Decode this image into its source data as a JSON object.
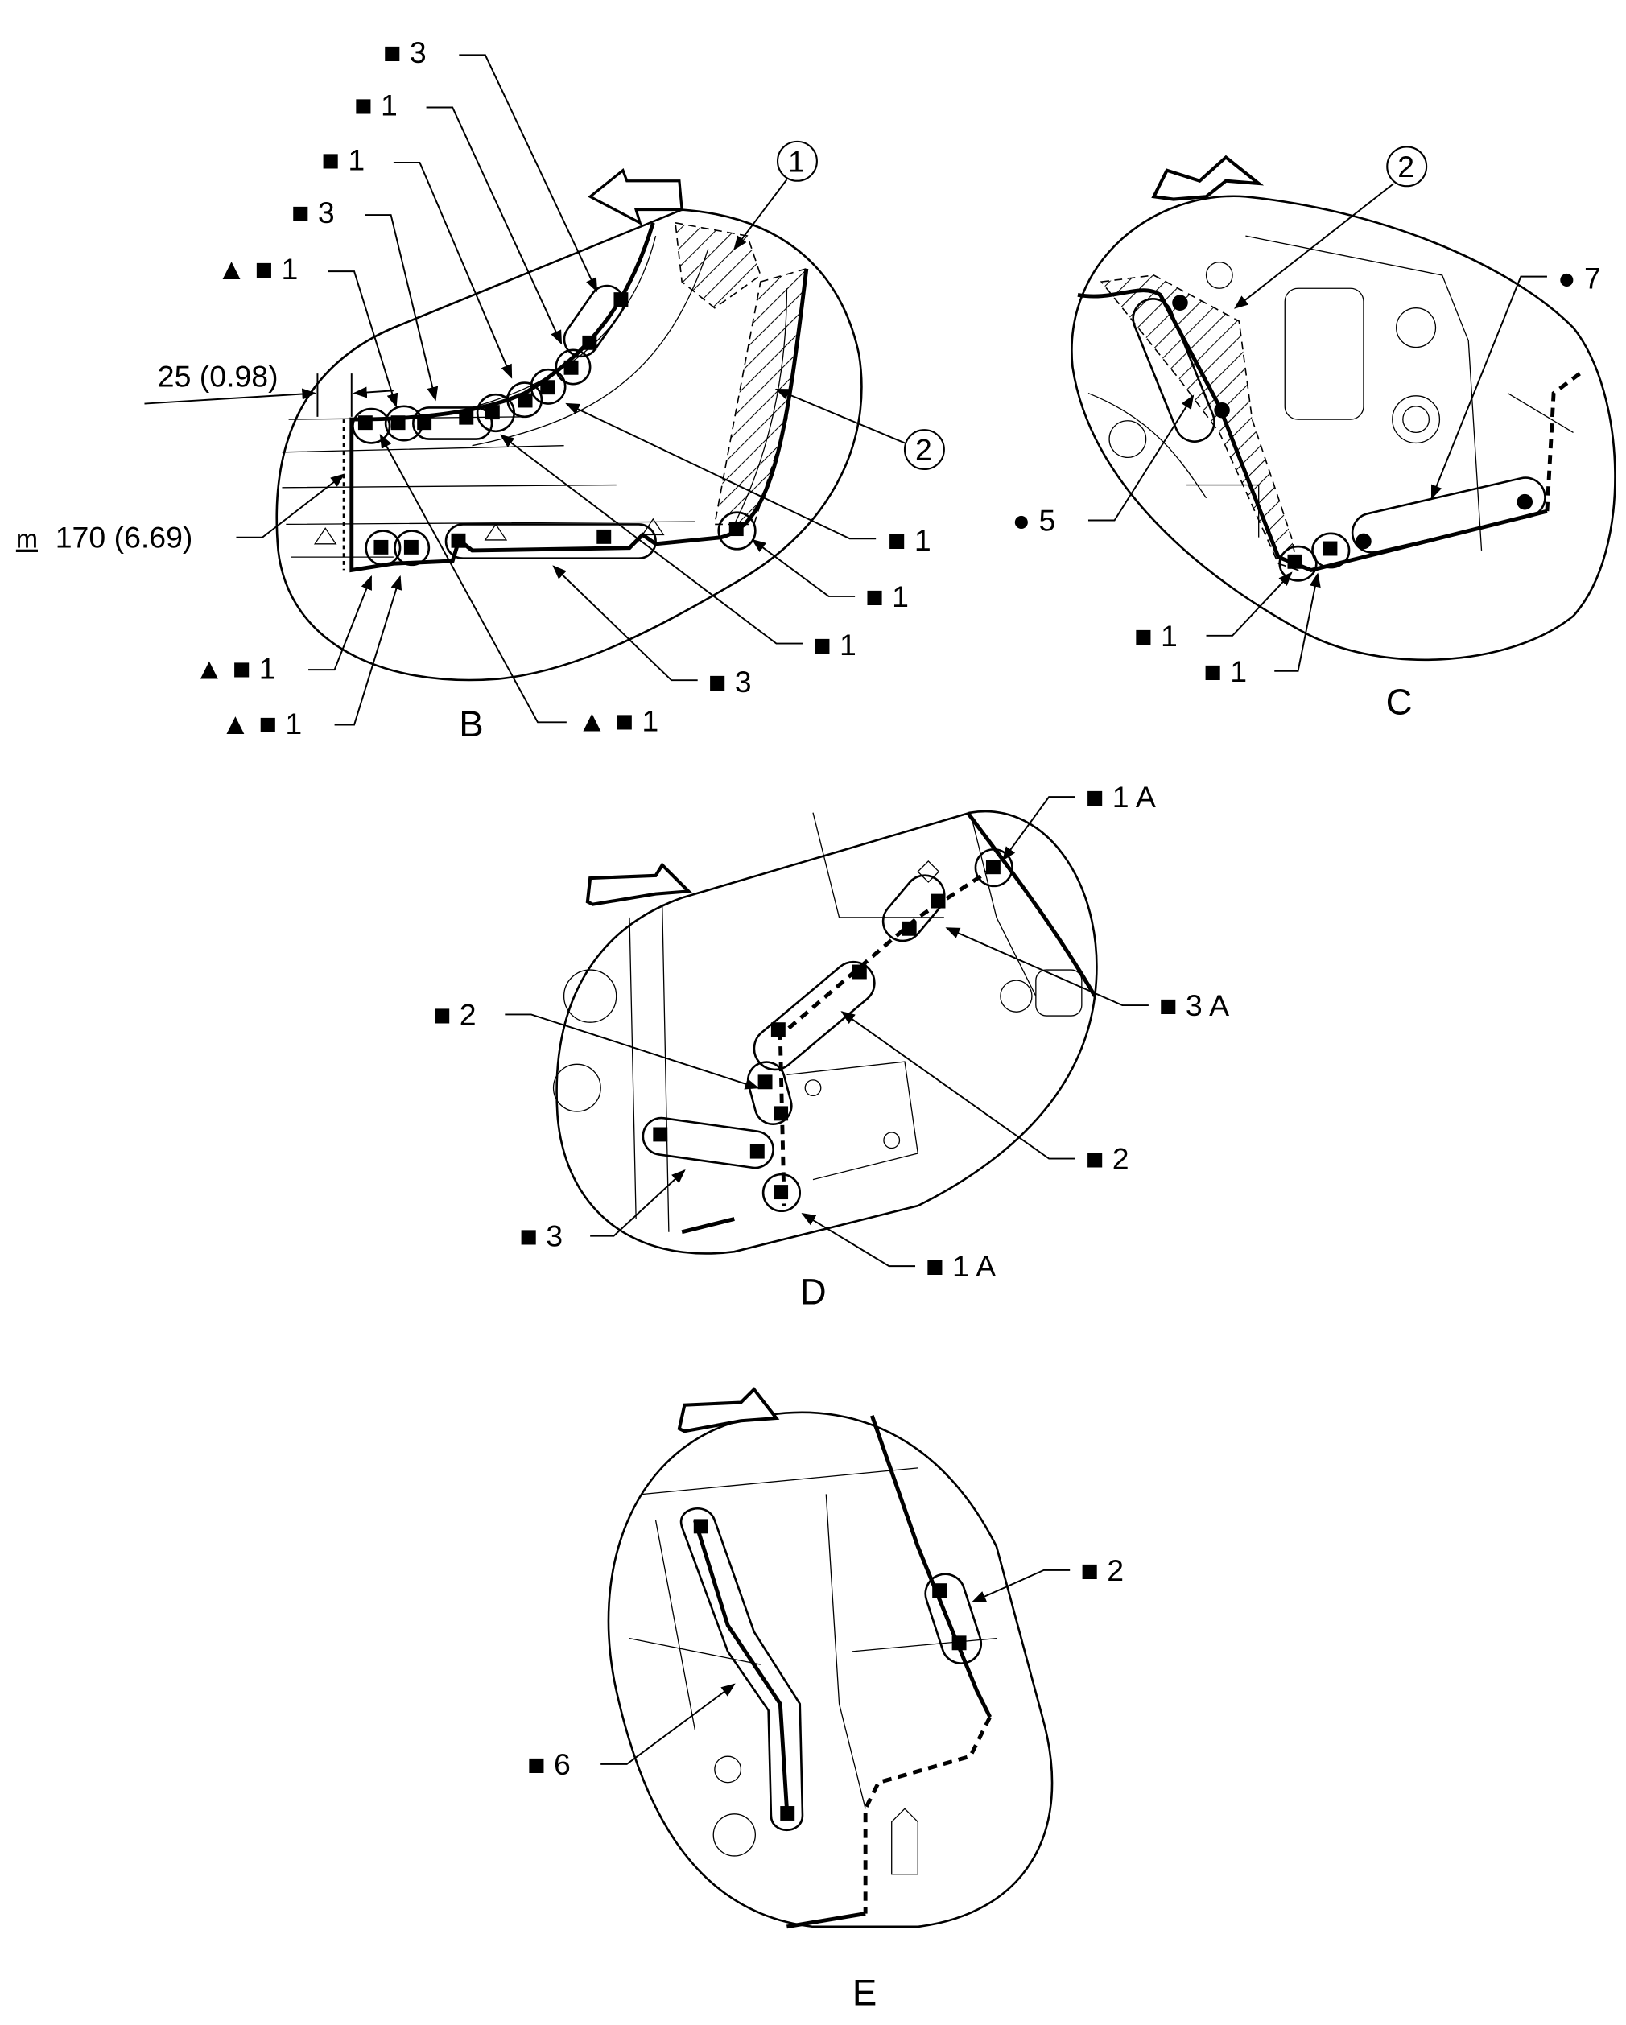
{
  "views": {
    "B": {
      "title": "B",
      "labels": [
        {
          "text": "■ 3"
        },
        {
          "text": "■ 1"
        },
        {
          "text": "■ 1"
        },
        {
          "text": "■ 3"
        },
        {
          "text": "▲ ■ 1"
        },
        {
          "text": "▲ ■ 1"
        },
        {
          "text": "▲ ■ 1"
        },
        {
          "text": "▲ ■ 1"
        },
        {
          "text": "■ 3"
        },
        {
          "text": "■ 1"
        },
        {
          "text": "■ 1"
        },
        {
          "text": "■ 1"
        }
      ],
      "dimension_1": "25 (0.98)",
      "dimension_2_icon": "bead-width-icon",
      "dimension_2": "170 (6.69)",
      "callout_1": "1",
      "callout_2": "2"
    },
    "C": {
      "title": "C",
      "callout_2": "2",
      "labels": [
        {
          "text": "● 7"
        },
        {
          "text": "● 5"
        },
        {
          "text": "■ 1"
        },
        {
          "text": "■ 1"
        }
      ]
    },
    "D": {
      "title": "D",
      "labels": [
        {
          "text": "■ 1 A"
        },
        {
          "text": "■ 3 A"
        },
        {
          "text": "■ 2"
        },
        {
          "text": "■ 2"
        },
        {
          "text": "■ 3"
        },
        {
          "text": "■ 1 A"
        }
      ]
    },
    "E": {
      "title": "E",
      "labels": [
        {
          "text": "■ 2"
        },
        {
          "text": "■ 6"
        }
      ]
    }
  }
}
